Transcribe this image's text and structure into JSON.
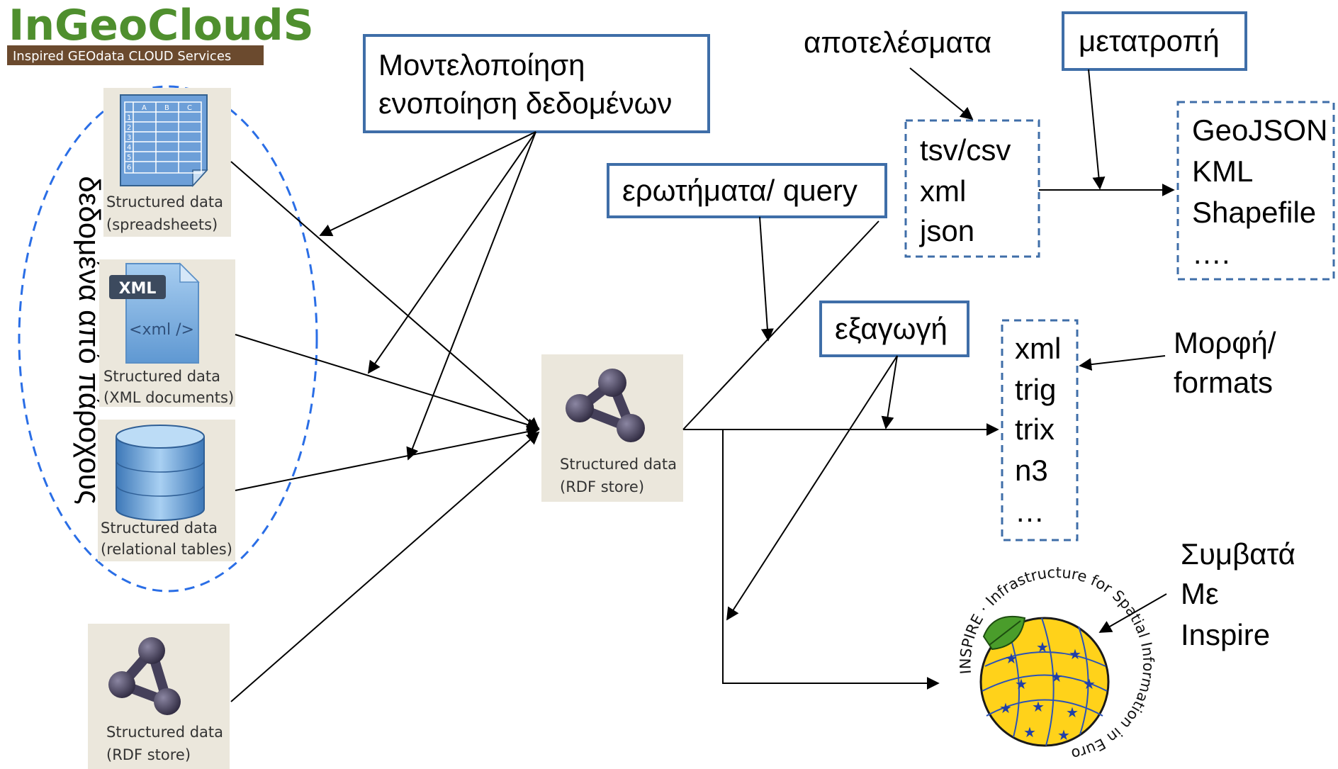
{
  "logo": {
    "title": "InGeoCloudS",
    "subtitle": "Inspired GEOdata CLOUD Services"
  },
  "providers": {
    "label": "δεδομένα από πάροχους"
  },
  "sources": [
    {
      "line1": "Structured data",
      "line2": "(spreadsheets)"
    },
    {
      "line1": "Structured data",
      "line2": "(XML documents)"
    },
    {
      "line1": "Structured data",
      "line2": "(relational tables)"
    },
    {
      "line1": "Structured data",
      "line2": "(RDF store)"
    }
  ],
  "icons": {
    "xml_badge": "XML",
    "xml_tag": "<xml />",
    "sheet_cols": [
      "A",
      "B",
      "C"
    ],
    "sheet_rows": [
      "1",
      "2",
      "3",
      "4",
      "5",
      "6"
    ]
  },
  "center_store": {
    "line1": "Structured data",
    "line2": "(RDF store)"
  },
  "modeling": {
    "line1": "Μοντελοποίηση",
    "line2": "ενοποίηση δεδομένων"
  },
  "query": {
    "label": "ερωτήματα/ query"
  },
  "results": {
    "label": "αποτελέσματα",
    "items": [
      "tsv/csv",
      "xml",
      "json"
    ]
  },
  "conversion": {
    "label": "μετατροπή",
    "items": [
      "GeoJSON",
      "KML",
      "Shapefile",
      "…."
    ]
  },
  "export": {
    "label": "εξαγωγή",
    "items": [
      "xml",
      "trig",
      "trix",
      "n3",
      "…"
    ]
  },
  "formats": {
    "line1": "Μορφή/",
    "line2": "formats"
  },
  "inspire": {
    "line1": "Συμβατά",
    "line2": "Με",
    "line3": "Inspire",
    "ring_text": "INSPIRE · Infrastructure for Spatial Information in Europe"
  },
  "colors": {
    "box_border": "#3f6ea8",
    "ellipse": "#2a6ee6",
    "logo_green": "#4f8f2e",
    "logo_brown": "#6b4a2e",
    "rdf_node": "#45405a"
  }
}
